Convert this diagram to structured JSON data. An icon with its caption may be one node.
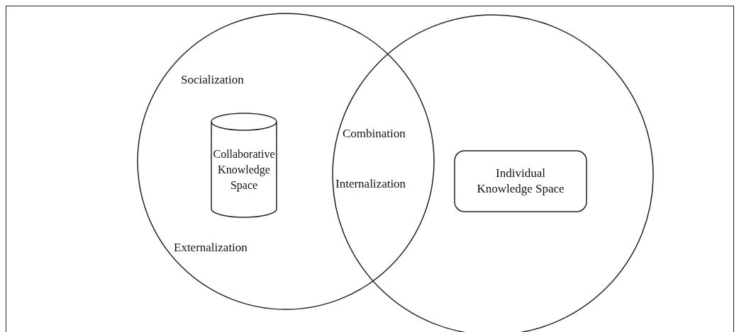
{
  "diagram": {
    "nodes": [
      {
        "text": [],
        "shape": "circle"
      },
      {
        "text": [],
        "shape": "circle"
      },
      {
        "text": [
          "Collaborative Knowledge Space"
        ],
        "in": 0
      },
      {
        "text": [
          "Individual Knowledge Space"
        ],
        "in": 1
      }
    ],
    "labels": [
      "Socialization",
      "Combination",
      "Internalization",
      "Externalization"
    ]
  }
}
